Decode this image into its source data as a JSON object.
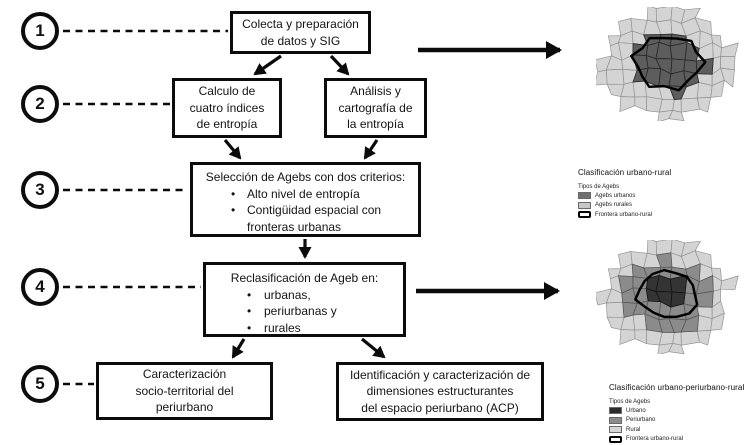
{
  "steps": [
    {
      "number": "1"
    },
    {
      "number": "2"
    },
    {
      "number": "3"
    },
    {
      "number": "4"
    },
    {
      "number": "5"
    }
  ],
  "boxes": {
    "box1": {
      "text": "Colecta y preparación\nde datos y SIG"
    },
    "box2a": {
      "text": "Calculo de\ncuatro índices\nde entropía"
    },
    "box2b": {
      "text": "Análisis y\ncartografía de\nla entropía"
    },
    "box3": {
      "title": "Selección  de Agebs con dos criterios:",
      "bullets": [
        "Alto nivel de entropía",
        "Contigüidad espacial con\nfronteras urbanas"
      ]
    },
    "box4": {
      "title": "Reclasificación de Ageb en:",
      "bullets": [
        "urbanas,",
        "periurbanas y",
        "rurales"
      ]
    },
    "box5a": {
      "text": "Caracterización\nsocio-territorial del\nperiurbano"
    },
    "box5b": {
      "text": "Identificación  y caracterización de\ndimensiones estructurantes\ndel espacio periurbano (ACP)"
    }
  },
  "legends": [
    {
      "title": "Clasificación urbano-rural",
      "subtitle": "Tipos de Agebs",
      "items": [
        {
          "label": "Agebs urbanos",
          "color": "#707070",
          "type": "fill"
        },
        {
          "label": "Agebs rurales",
          "color": "#c6c6c6",
          "type": "fill"
        },
        {
          "label": "Frontera urbano-rural",
          "color": "#000000",
          "type": "outline"
        }
      ]
    },
    {
      "title": "Clasificación urbano-periurbano-rural",
      "subtitle": "Tipos de Agebs",
      "items": [
        {
          "label": "Urbano",
          "color": "#2b2b2b",
          "type": "fill"
        },
        {
          "label": "Periurbano",
          "color": "#8c8c8c",
          "type": "fill"
        },
        {
          "label": "Rural",
          "color": "#d6d6d6",
          "type": "fill"
        },
        {
          "label": "Frontera urbano-rural",
          "color": "#000000",
          "type": "outline"
        }
      ]
    }
  ],
  "map_colors": {
    "rural_fill": "#d4d4d4",
    "rural_stroke": "#909090",
    "urban_fill": "#5d5d5d",
    "urban_stroke": "#2a2a2a",
    "peri_fill": "#8b8b8b",
    "peri_stroke": "#555555",
    "core_fill": "#343434",
    "core_stroke": "#161616",
    "frontier": "#000000"
  }
}
